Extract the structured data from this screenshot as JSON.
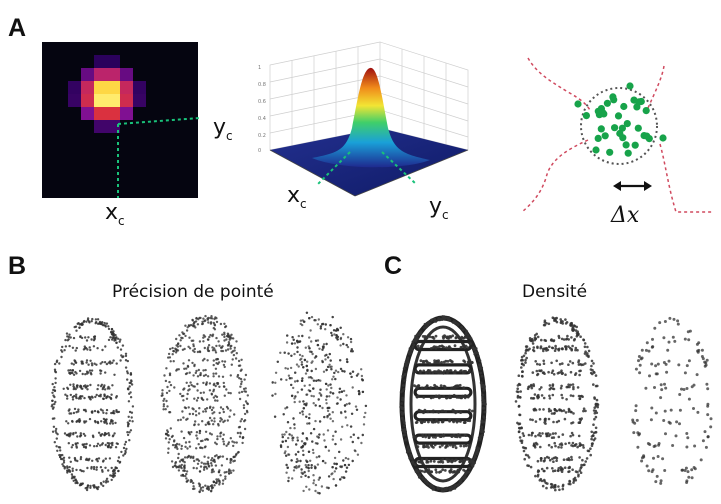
{
  "panels": {
    "a": {
      "letter": "A",
      "xc_main": "x",
      "yc_main": "y",
      "xc_plot": "x",
      "yc_plot": "y",
      "sub": "c",
      "delta_x": "Δx"
    },
    "b": {
      "letter": "B",
      "title": "Précision de pointé"
    },
    "c": {
      "letter": "C",
      "title": "Densité"
    }
  },
  "colors": {
    "marker": "#0aa35a",
    "guide": "#d03050",
    "cloud": "#17a34a"
  }
}
